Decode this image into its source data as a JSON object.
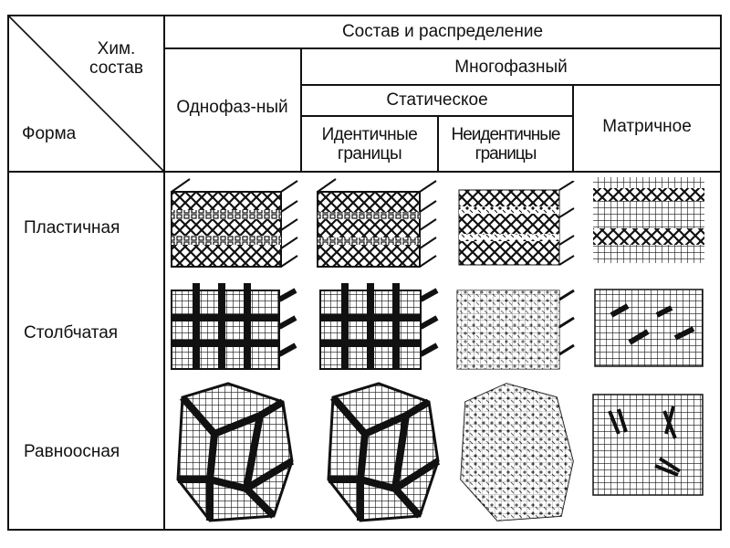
{
  "header": {
    "corner_top": "Хим. состав",
    "corner_bottom": "Форма",
    "composition": "Состав и распределение",
    "single_phase": "Однофаз-ный",
    "multi_phase": "Многофазный",
    "static": "Статическое",
    "identical": "Идентичные границы",
    "non_identical": "Неидентичные границы",
    "matrix": "Матричное"
  },
  "rows": [
    {
      "label": "Пластичная"
    },
    {
      "label": "Столбчатая"
    },
    {
      "label": "Равноосная"
    }
  ]
}
